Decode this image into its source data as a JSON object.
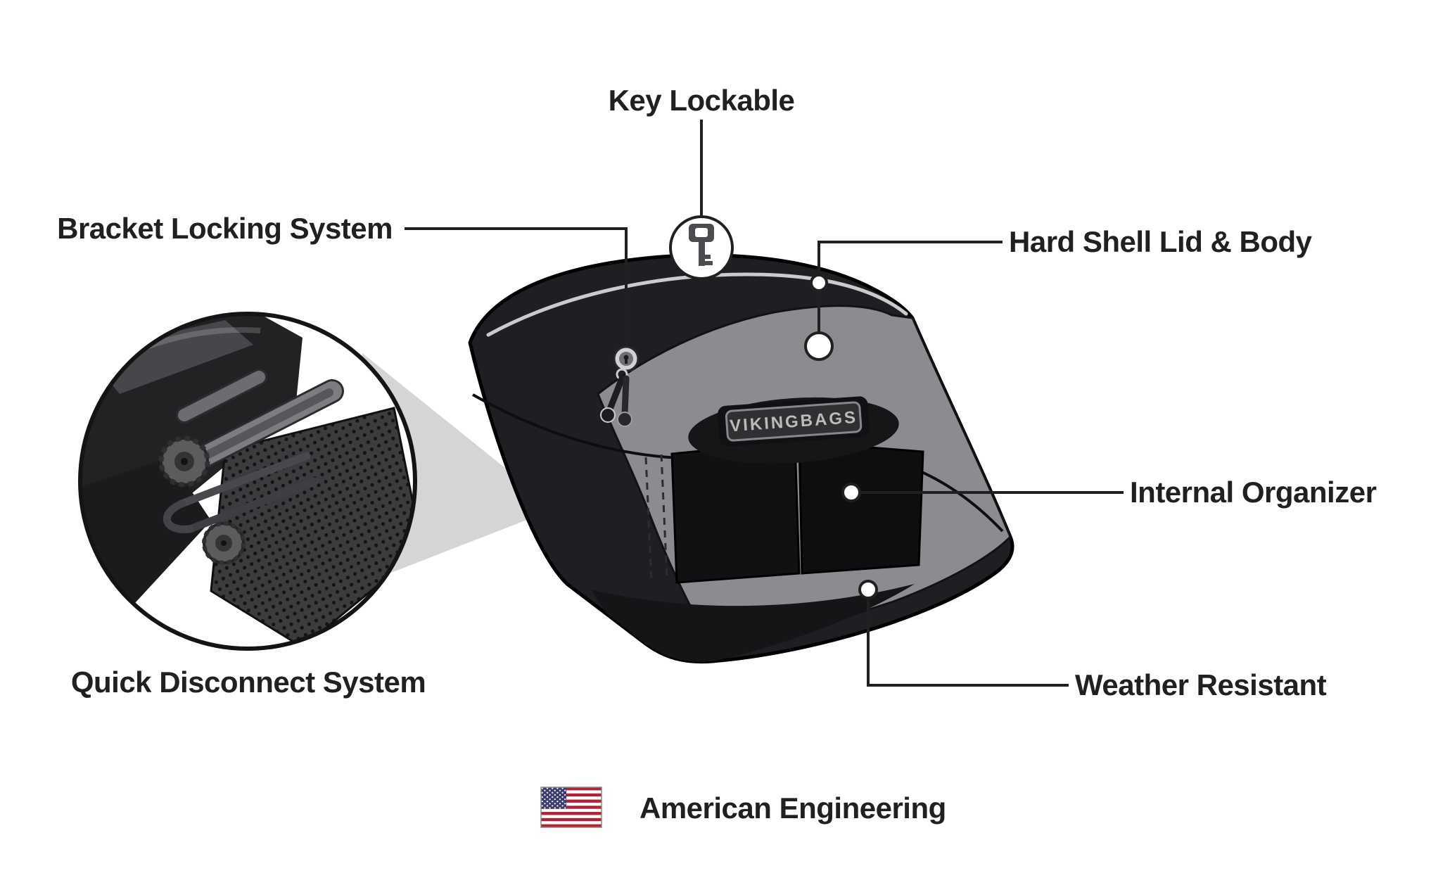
{
  "page": {
    "background": "#ffffff"
  },
  "callouts": {
    "key_lockable": "Key Lockable",
    "bracket_locking_system": "Bracket Locking System",
    "hard_shell_lid_body": "Hard Shell Lid & Body",
    "internal_organizer": "Internal Organizer",
    "weather_resistant": "Weather Resistant",
    "quick_disconnect_system": "Quick Disconnect System"
  },
  "footer": {
    "american_engineering": "American Engineering"
  },
  "product": {
    "brand_badge": "VIKINGBAGS"
  },
  "icons": {
    "key": "key-icon",
    "lock_cylinder": "lock-cylinder-icon",
    "hanging_keys": "hanging-keys-icon",
    "us_flag": "us-flag-icon",
    "magnifier_inset": "quick-disconnect-inset"
  },
  "colors": {
    "text": "#221f20",
    "callout_line": "#221f20",
    "bag_body": "#1d1f22",
    "lid_front_gray": "#8a8c8f",
    "beam_gray": "#d4d5d7",
    "flag_red": "#b22234",
    "flag_blue": "#3c3b6e",
    "badge_plate": "#2e3032"
  }
}
